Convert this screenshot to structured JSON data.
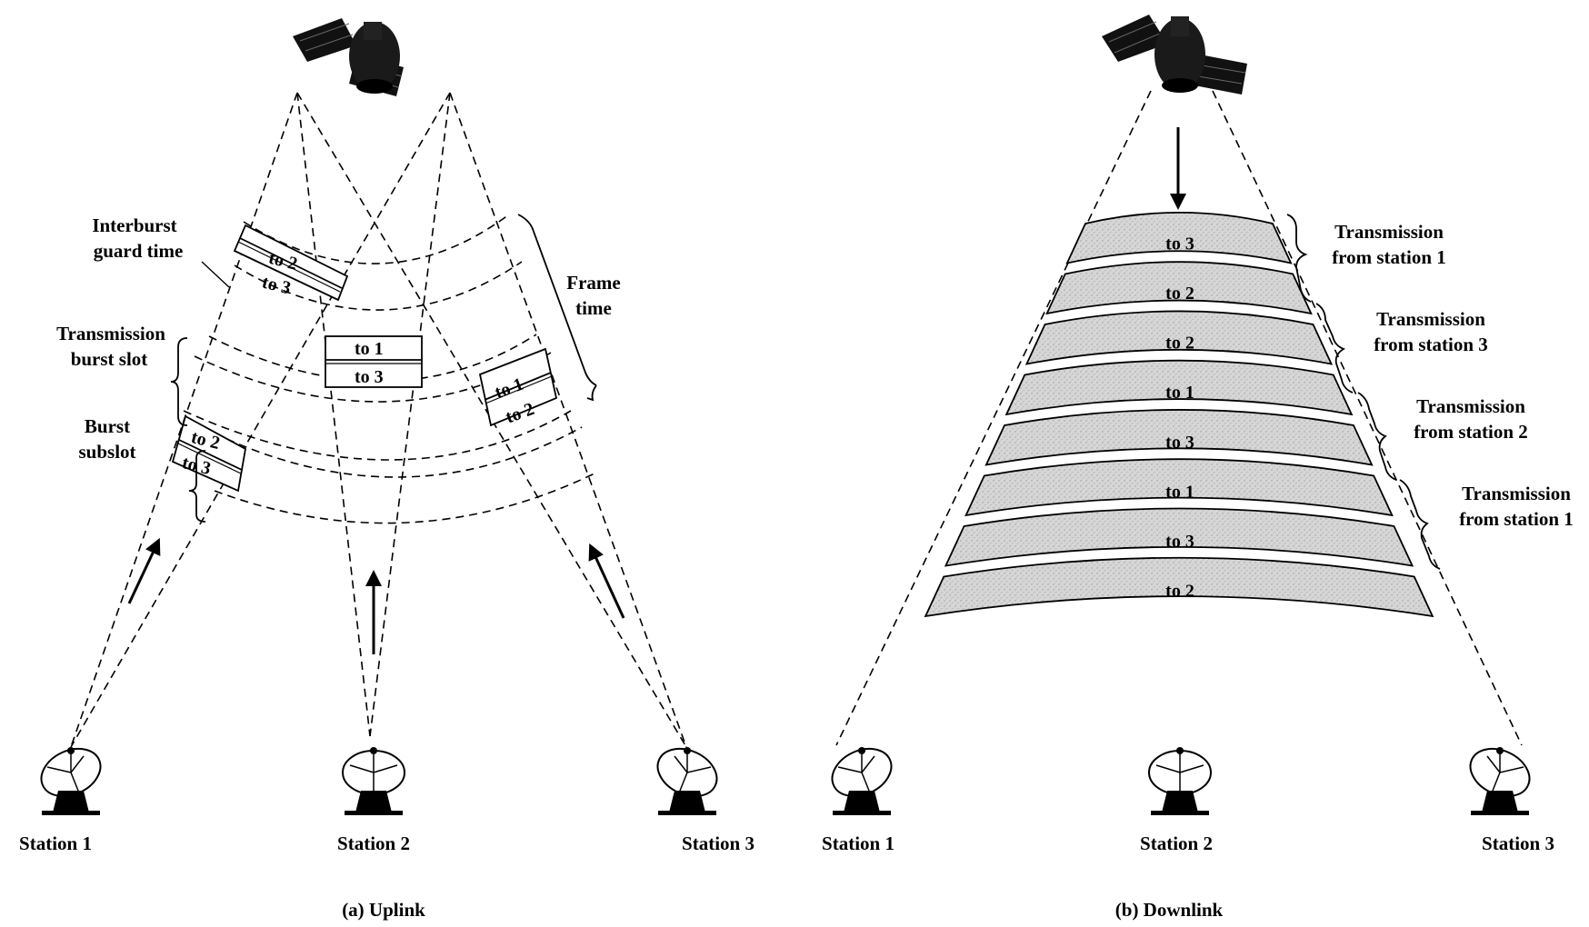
{
  "uplink": {
    "caption": "(a) Uplink",
    "labels": {
      "interburst_1": "Interburst",
      "interburst_2": "guard time",
      "burst_slot_1": "Transmission",
      "burst_slot_2": "burst slot",
      "subslot_1": "Burst",
      "subslot_2": "subslot",
      "frame_1": "Frame",
      "frame_2": "time"
    },
    "station1_bursts": [
      "to 2",
      "to 3",
      "to 2",
      "to 3"
    ],
    "station2_bursts": [
      "to 1",
      "to 3"
    ],
    "station3_bursts": [
      "to 1",
      "to 2"
    ],
    "stations": [
      "Station 1",
      "Station 2",
      "Station 3"
    ]
  },
  "downlink": {
    "caption": "(b) Downlink",
    "slots": [
      "to 3",
      "to 2",
      "to 2",
      "to 1",
      "to 3",
      "to 1",
      "to 3",
      "to 2"
    ],
    "groups": [
      {
        "line1": "Transmission",
        "line2": "from station 1"
      },
      {
        "line1": "Transmission",
        "line2": "from station 3"
      },
      {
        "line1": "Transmission",
        "line2": "from station 2"
      },
      {
        "line1": "Transmission",
        "line2": "from station 1"
      }
    ],
    "stations": [
      "Station 1",
      "Station 2",
      "Station 3"
    ]
  },
  "colors": {
    "ink": "#000000",
    "slot_fill": "#d4d4d4"
  }
}
